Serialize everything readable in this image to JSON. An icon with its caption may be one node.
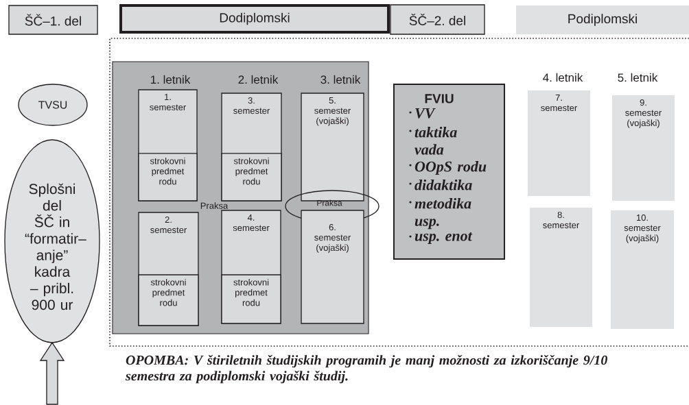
{
  "diagram": {
    "nodes": [
      {
        "text": [
          "ŠČ–1. del"
        ]
      },
      {
        "text": [
          "Dodiplomski"
        ]
      },
      {
        "text": [
          "ŠČ–2. del"
        ]
      },
      {
        "text": [
          "Podiplomski"
        ]
      },
      {
        "text": [
          "TVSU"
        ]
      },
      {
        "text": [
          "Splošni del ŠČ in “formatir– anje” kadra – pribl. 900 ur"
        ]
      },
      {
        "text": [
          "1. letnik",
          "2. letnik",
          "3. letnik"
        ]
      },
      {
        "text": [
          "1. semester"
        ],
        "in": 6
      },
      {
        "text": [
          "strokovni predmet rodu"
        ],
        "in": 7
      },
      {
        "text": [
          "3. semester"
        ],
        "in": 6
      },
      {
        "text": [
          "strokovni predmet rodu"
        ],
        "in": 9
      },
      {
        "text": [
          "5. semester (vojaški)"
        ],
        "in": 6
      },
      {
        "text": [
          "2. semester"
        ],
        "in": 6
      },
      {
        "text": [
          "strokovni predmet rodu"
        ],
        "in": 12
      },
      {
        "text": [
          "4. semester"
        ],
        "in": 6
      },
      {
        "text": [
          "strokovni predmet rodu"
        ],
        "in": 14
      },
      {
        "text": [
          "Praksa"
        ]
      },
      {
        "text": [
          "6. semester (vojaški)"
        ],
        "in": 6
      },
      {
        "text": [
          "FVIU",
          "VV",
          "taktika vada",
          "OOpS rodu",
          "didaktika",
          "metodika usp.",
          "usp. enot"
        ]
      },
      {
        "text": [
          "7. semester"
        ]
      },
      {
        "text": [
          "9. semester (vojaški)"
        ]
      },
      {
        "text": [
          "8. semester"
        ]
      },
      {
        "text": [
          "10. semester (vojaški)"
        ]
      }
    ],
    "edges": [
      {
        "from": null,
        "to": 5,
        "arrow": "to"
      }
    ],
    "labels": [
      "4. letnik",
      "5. letnik",
      "Praksa"
    ],
    "caption": "OPOMBA: V štiriletnih študijskih programih je manj možnosti za izkoriščanje 9/10 semestra za podiplomski vojaški študij."
  }
}
